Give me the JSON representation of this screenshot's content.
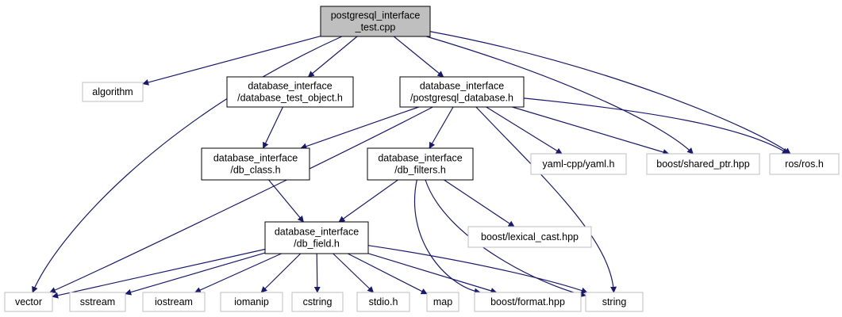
{
  "colors": {
    "edge": "#191970",
    "root_fill": "#bfbfbf",
    "node_fill": "#ffffff",
    "node_border": "#000000",
    "system_border": "#bfbfbf",
    "text": "#000000"
  },
  "nodes": [
    {
      "id": "root",
      "lines": [
        "postgresql_interface",
        "_test.cpp"
      ],
      "style": "root"
    },
    {
      "id": "algorithm",
      "lines": [
        "algorithm"
      ],
      "style": "system"
    },
    {
      "id": "dto",
      "lines": [
        "database_interface",
        "/database_test_object.h"
      ],
      "style": "project"
    },
    {
      "id": "pgdb",
      "lines": [
        "database_interface",
        "/postgresql_database.h"
      ],
      "style": "project"
    },
    {
      "id": "dbclass",
      "lines": [
        "database_interface",
        "/db_class.h"
      ],
      "style": "project"
    },
    {
      "id": "dbfilters",
      "lines": [
        "database_interface",
        "/db_filters.h"
      ],
      "style": "project"
    },
    {
      "id": "yaml",
      "lines": [
        "yaml-cpp/yaml.h"
      ],
      "style": "system"
    },
    {
      "id": "sharedptr",
      "lines": [
        "boost/shared_ptr.hpp"
      ],
      "style": "system"
    },
    {
      "id": "ros",
      "lines": [
        "ros/ros.h"
      ],
      "style": "system"
    },
    {
      "id": "lexical",
      "lines": [
        "boost/lexical_cast.hpp"
      ],
      "style": "system"
    },
    {
      "id": "dbfield",
      "lines": [
        "database_interface",
        "/db_field.h"
      ],
      "style": "project"
    },
    {
      "id": "vector",
      "lines": [
        "vector"
      ],
      "style": "system"
    },
    {
      "id": "sstream",
      "lines": [
        "sstream"
      ],
      "style": "system"
    },
    {
      "id": "iostream",
      "lines": [
        "iostream"
      ],
      "style": "system"
    },
    {
      "id": "iomanip",
      "lines": [
        "iomanip"
      ],
      "style": "system"
    },
    {
      "id": "cstring",
      "lines": [
        "cstring"
      ],
      "style": "system"
    },
    {
      "id": "stdio",
      "lines": [
        "stdio.h"
      ],
      "style": "system"
    },
    {
      "id": "map",
      "lines": [
        "map"
      ],
      "style": "system"
    },
    {
      "id": "format",
      "lines": [
        "boost/format.hpp"
      ],
      "style": "system"
    },
    {
      "id": "string",
      "lines": [
        "string"
      ],
      "style": "system"
    }
  ],
  "edges": [
    [
      "root",
      "algorithm"
    ],
    [
      "root",
      "dto"
    ],
    [
      "root",
      "pgdb"
    ],
    [
      "root",
      "vector"
    ],
    [
      "root",
      "sharedptr"
    ],
    [
      "root",
      "ros"
    ],
    [
      "dto",
      "dbclass"
    ],
    [
      "pgdb",
      "dbclass"
    ],
    [
      "pgdb",
      "dbfilters"
    ],
    [
      "pgdb",
      "vector"
    ],
    [
      "pgdb",
      "yaml"
    ],
    [
      "pgdb",
      "sharedptr"
    ],
    [
      "pgdb",
      "ros"
    ],
    [
      "pgdb",
      "string"
    ],
    [
      "dbclass",
      "dbfield"
    ],
    [
      "dbfilters",
      "dbfield"
    ],
    [
      "dbfilters",
      "lexical"
    ],
    [
      "dbfilters",
      "format"
    ],
    [
      "dbfilters",
      "string"
    ],
    [
      "dbfield",
      "vector"
    ],
    [
      "dbfield",
      "sstream"
    ],
    [
      "dbfield",
      "iostream"
    ],
    [
      "dbfield",
      "iomanip"
    ],
    [
      "dbfield",
      "cstring"
    ],
    [
      "dbfield",
      "stdio"
    ],
    [
      "dbfield",
      "map"
    ],
    [
      "dbfield",
      "format"
    ],
    [
      "dbfield",
      "string"
    ]
  ]
}
